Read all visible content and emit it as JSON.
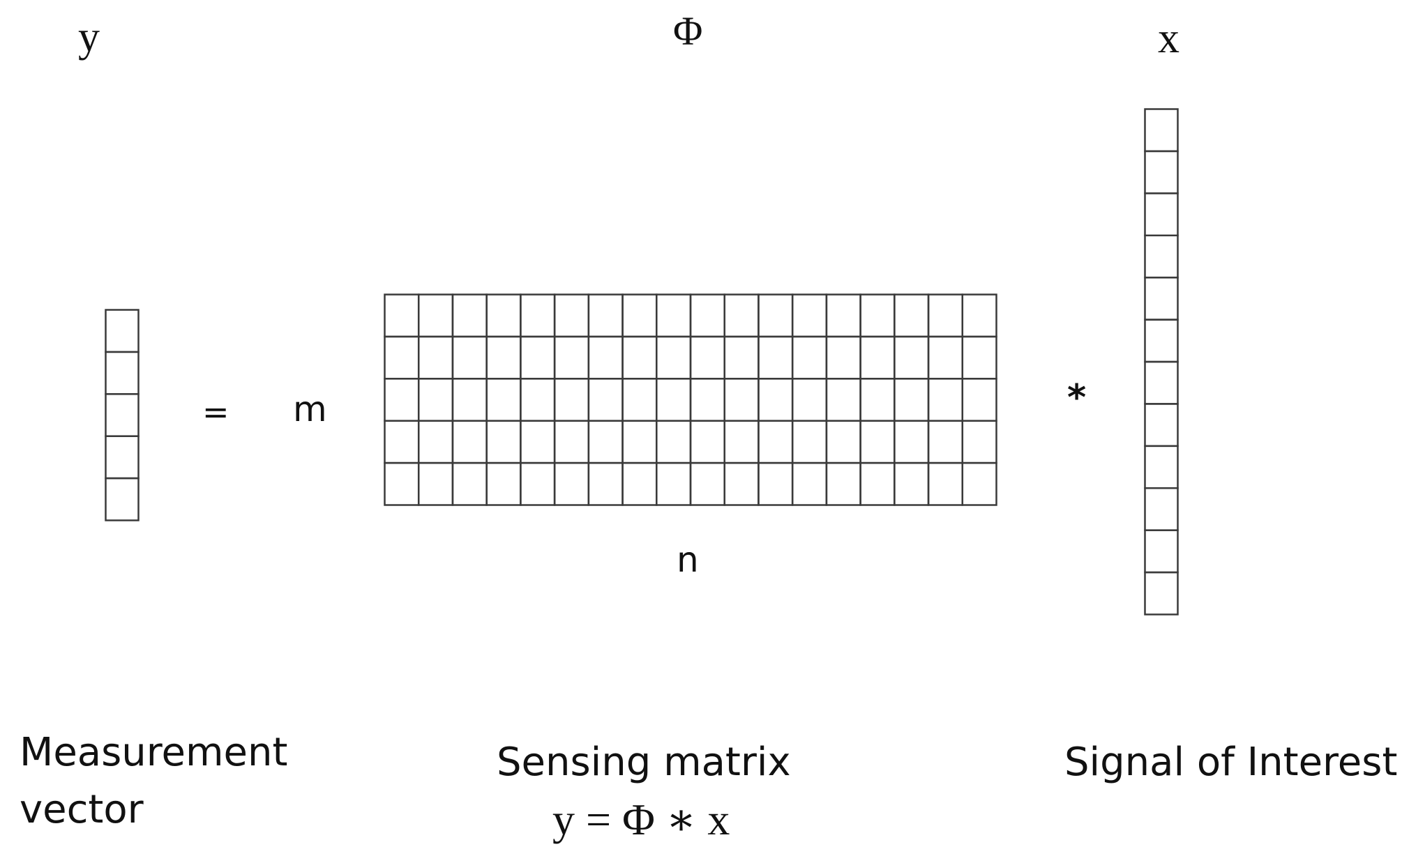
{
  "symbols": {
    "y": "y",
    "phi": "Φ",
    "x": "x",
    "equals": "=",
    "multiply": "*",
    "m": "m",
    "n": "n"
  },
  "captions": {
    "measurement_line1": "Measurement",
    "measurement_line2": "vector",
    "sensing": "Sensing matrix",
    "signal": "Signal of Interest",
    "equation": "y = Φ ∗ x"
  },
  "structures": {
    "measurement_vector": {
      "rows": 5,
      "cols": 1
    },
    "sensing_matrix": {
      "rows": 5,
      "cols": 18
    },
    "signal_vector": {
      "rows": 12,
      "cols": 1
    }
  },
  "colors": {
    "line": "#3a3a3a",
    "text": "#111111"
  }
}
